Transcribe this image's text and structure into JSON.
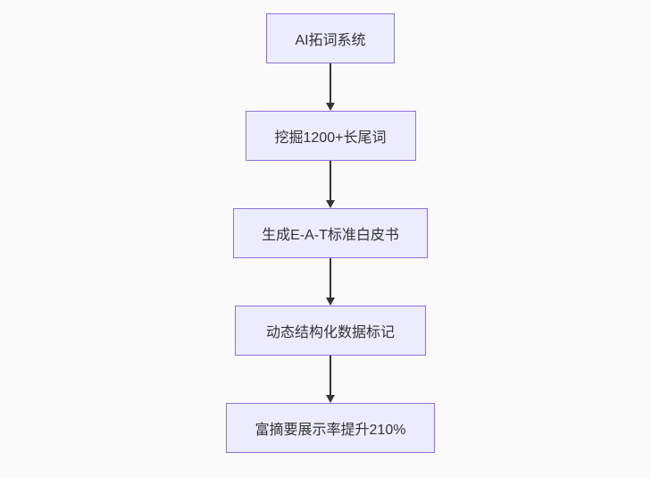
{
  "flowchart": {
    "type": "flowchart",
    "direction": "top-down",
    "nodes": [
      {
        "id": "node-1",
        "label": "AI拓词系统"
      },
      {
        "id": "node-2",
        "label": "挖掘1200+长尾词"
      },
      {
        "id": "node-3",
        "label": "生成E-A-T标准白皮书"
      },
      {
        "id": "node-4",
        "label": "动态结构化数据标记"
      },
      {
        "id": "node-5",
        "label": "富摘要展示率提升210%"
      }
    ],
    "edges": [
      {
        "from": "node-1",
        "to": "node-2",
        "label": ""
      },
      {
        "from": "node-2",
        "to": "node-3",
        "label": ""
      },
      {
        "from": "node-3",
        "to": "node-4",
        "label": ""
      },
      {
        "from": "node-4",
        "to": "node-5",
        "label": ""
      }
    ],
    "colors": {
      "background": "#fafafa",
      "node_fill": "#ECECFF",
      "node_border": "#9370DB",
      "node_text": "#333333",
      "arrow": "#333333"
    }
  }
}
